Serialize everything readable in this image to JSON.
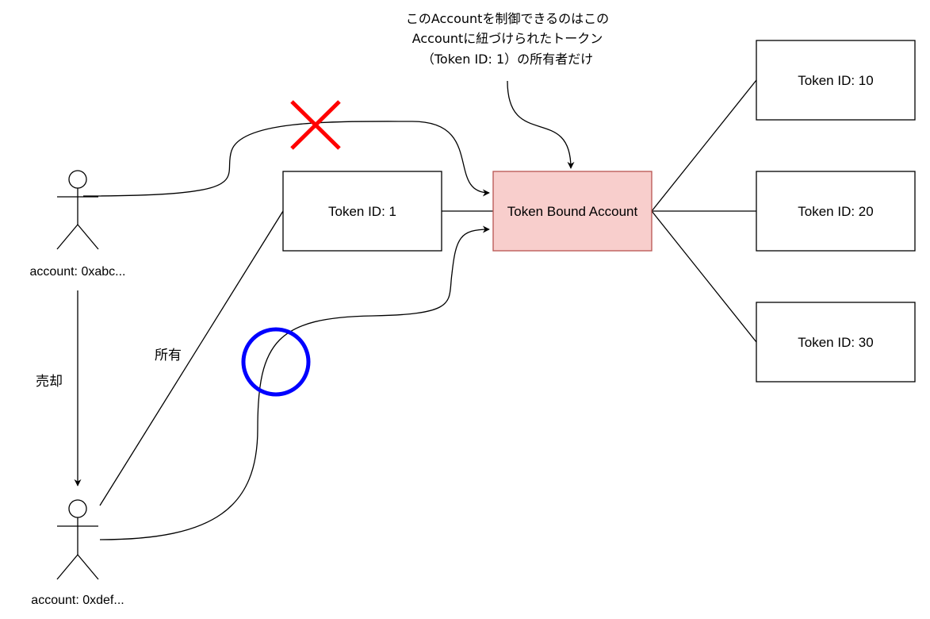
{
  "annotation": {
    "lines": [
      "このAccountを制御できるのはこの",
      "Accountに紐づけられたトークン",
      "（Token ID: 1）の所有者だけ"
    ]
  },
  "nodes": {
    "token_1": "Token ID: 1",
    "tba": "Token Bound Account",
    "token_10": "Token ID: 10",
    "token_20": "Token ID: 20",
    "token_30": "Token ID: 30"
  },
  "actors": {
    "seller": "account: 0xabc...",
    "buyer": "account: 0xdef..."
  },
  "edges": {
    "sale": "売却",
    "owns": "所有"
  },
  "colors": {
    "tba_fill": "#f8cecc",
    "tba_stroke": "#b85450",
    "denied_mark": "#ff0000",
    "allowed_mark": "#0000ff"
  }
}
